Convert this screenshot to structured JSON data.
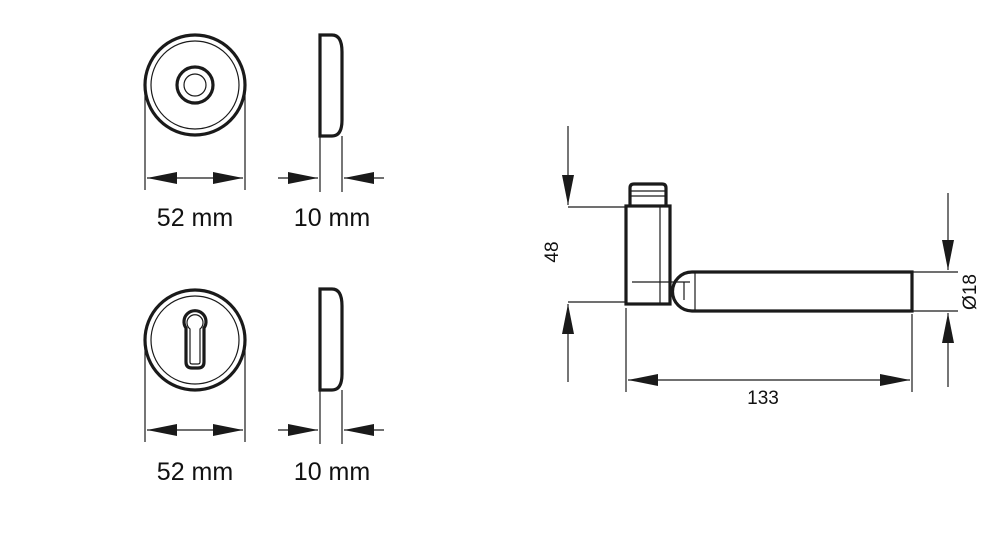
{
  "rosette_top": {
    "diameter_label": "52 mm",
    "thickness_label": "10 mm",
    "type": "round rosette"
  },
  "rosette_bottom": {
    "diameter_label": "52 mm",
    "thickness_label": "10 mm",
    "type": "euro-profile key rosette"
  },
  "handle": {
    "height_label": "48",
    "length_label": "133",
    "diameter_label": "Ø18"
  },
  "colors": {
    "line": "#1a1a1a",
    "background": "#ffffff"
  }
}
